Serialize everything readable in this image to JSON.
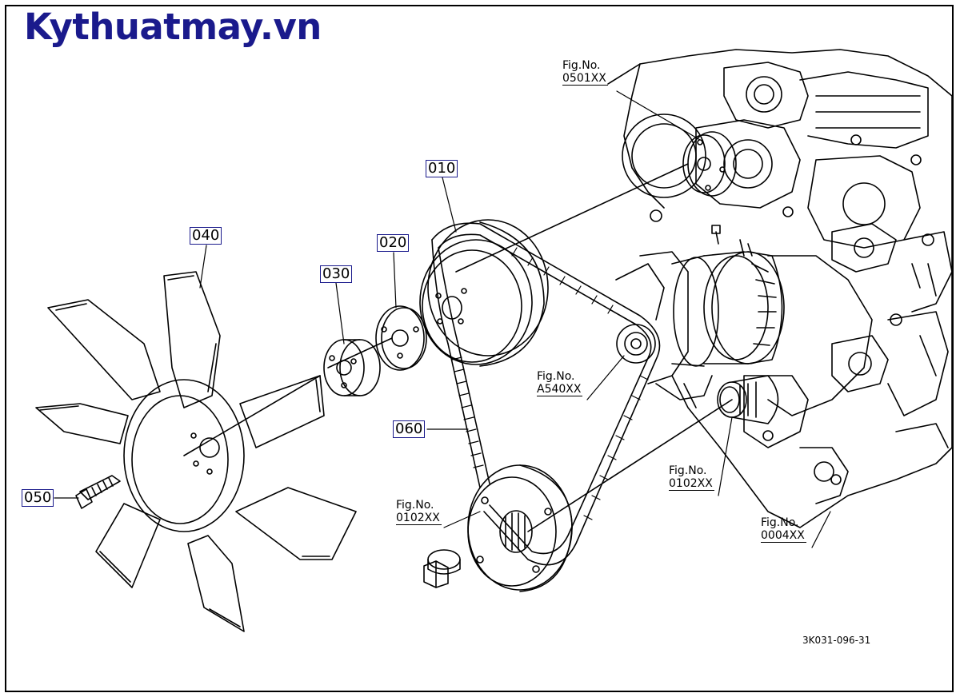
{
  "site_title": "Kythuatmay.vn",
  "callouts": {
    "c010": "010",
    "c020": "020",
    "c030": "030",
    "c040": "040",
    "c050": "050",
    "c060": "060"
  },
  "figure_refs": {
    "water_pump": {
      "line1": "Fig.No.",
      "line2": "0501XX"
    },
    "alternator": {
      "line1": "Fig.No.",
      "line2": "A540XX"
    },
    "crank_pulley": {
      "line1": "Fig.No.",
      "line2": "0102XX"
    },
    "crank_gear": {
      "line1": "Fig.No.",
      "line2": "0102XX"
    },
    "crankcase": {
      "line1": "Fig.No.",
      "line2": "0004XX"
    }
  },
  "drawing_code": "3K031-096-31",
  "colors": {
    "title": "#1a1a8c",
    "line": "#000000",
    "callout_border": "#1a1a8c"
  }
}
